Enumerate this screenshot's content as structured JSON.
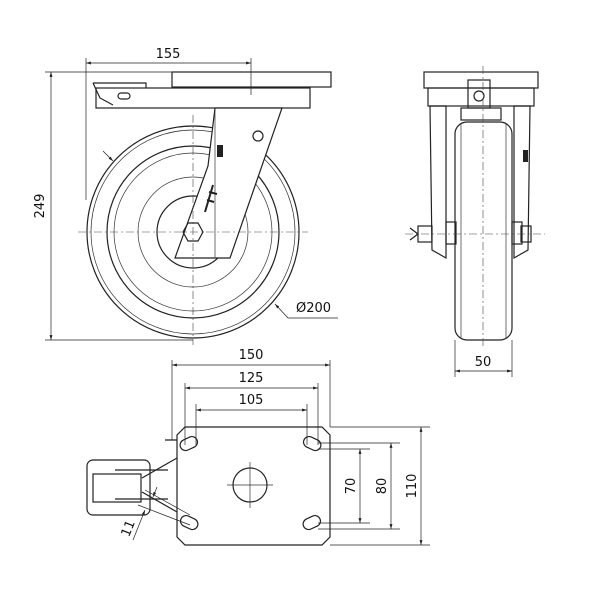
{
  "drawing": {
    "front_view": {
      "width_dim": "155",
      "height_dim": "249",
      "wheel_diameter": "Ø200"
    },
    "side_view": {
      "wheel_width_dim": "50"
    },
    "top_plate_view": {
      "plate_width": "150",
      "hole_spacing_outer": "125",
      "hole_spacing_inner": "105",
      "hole_spacing_v_inner": "70",
      "hole_spacing_v_outer": "80",
      "plate_length": "110",
      "slot_width": "11"
    }
  }
}
